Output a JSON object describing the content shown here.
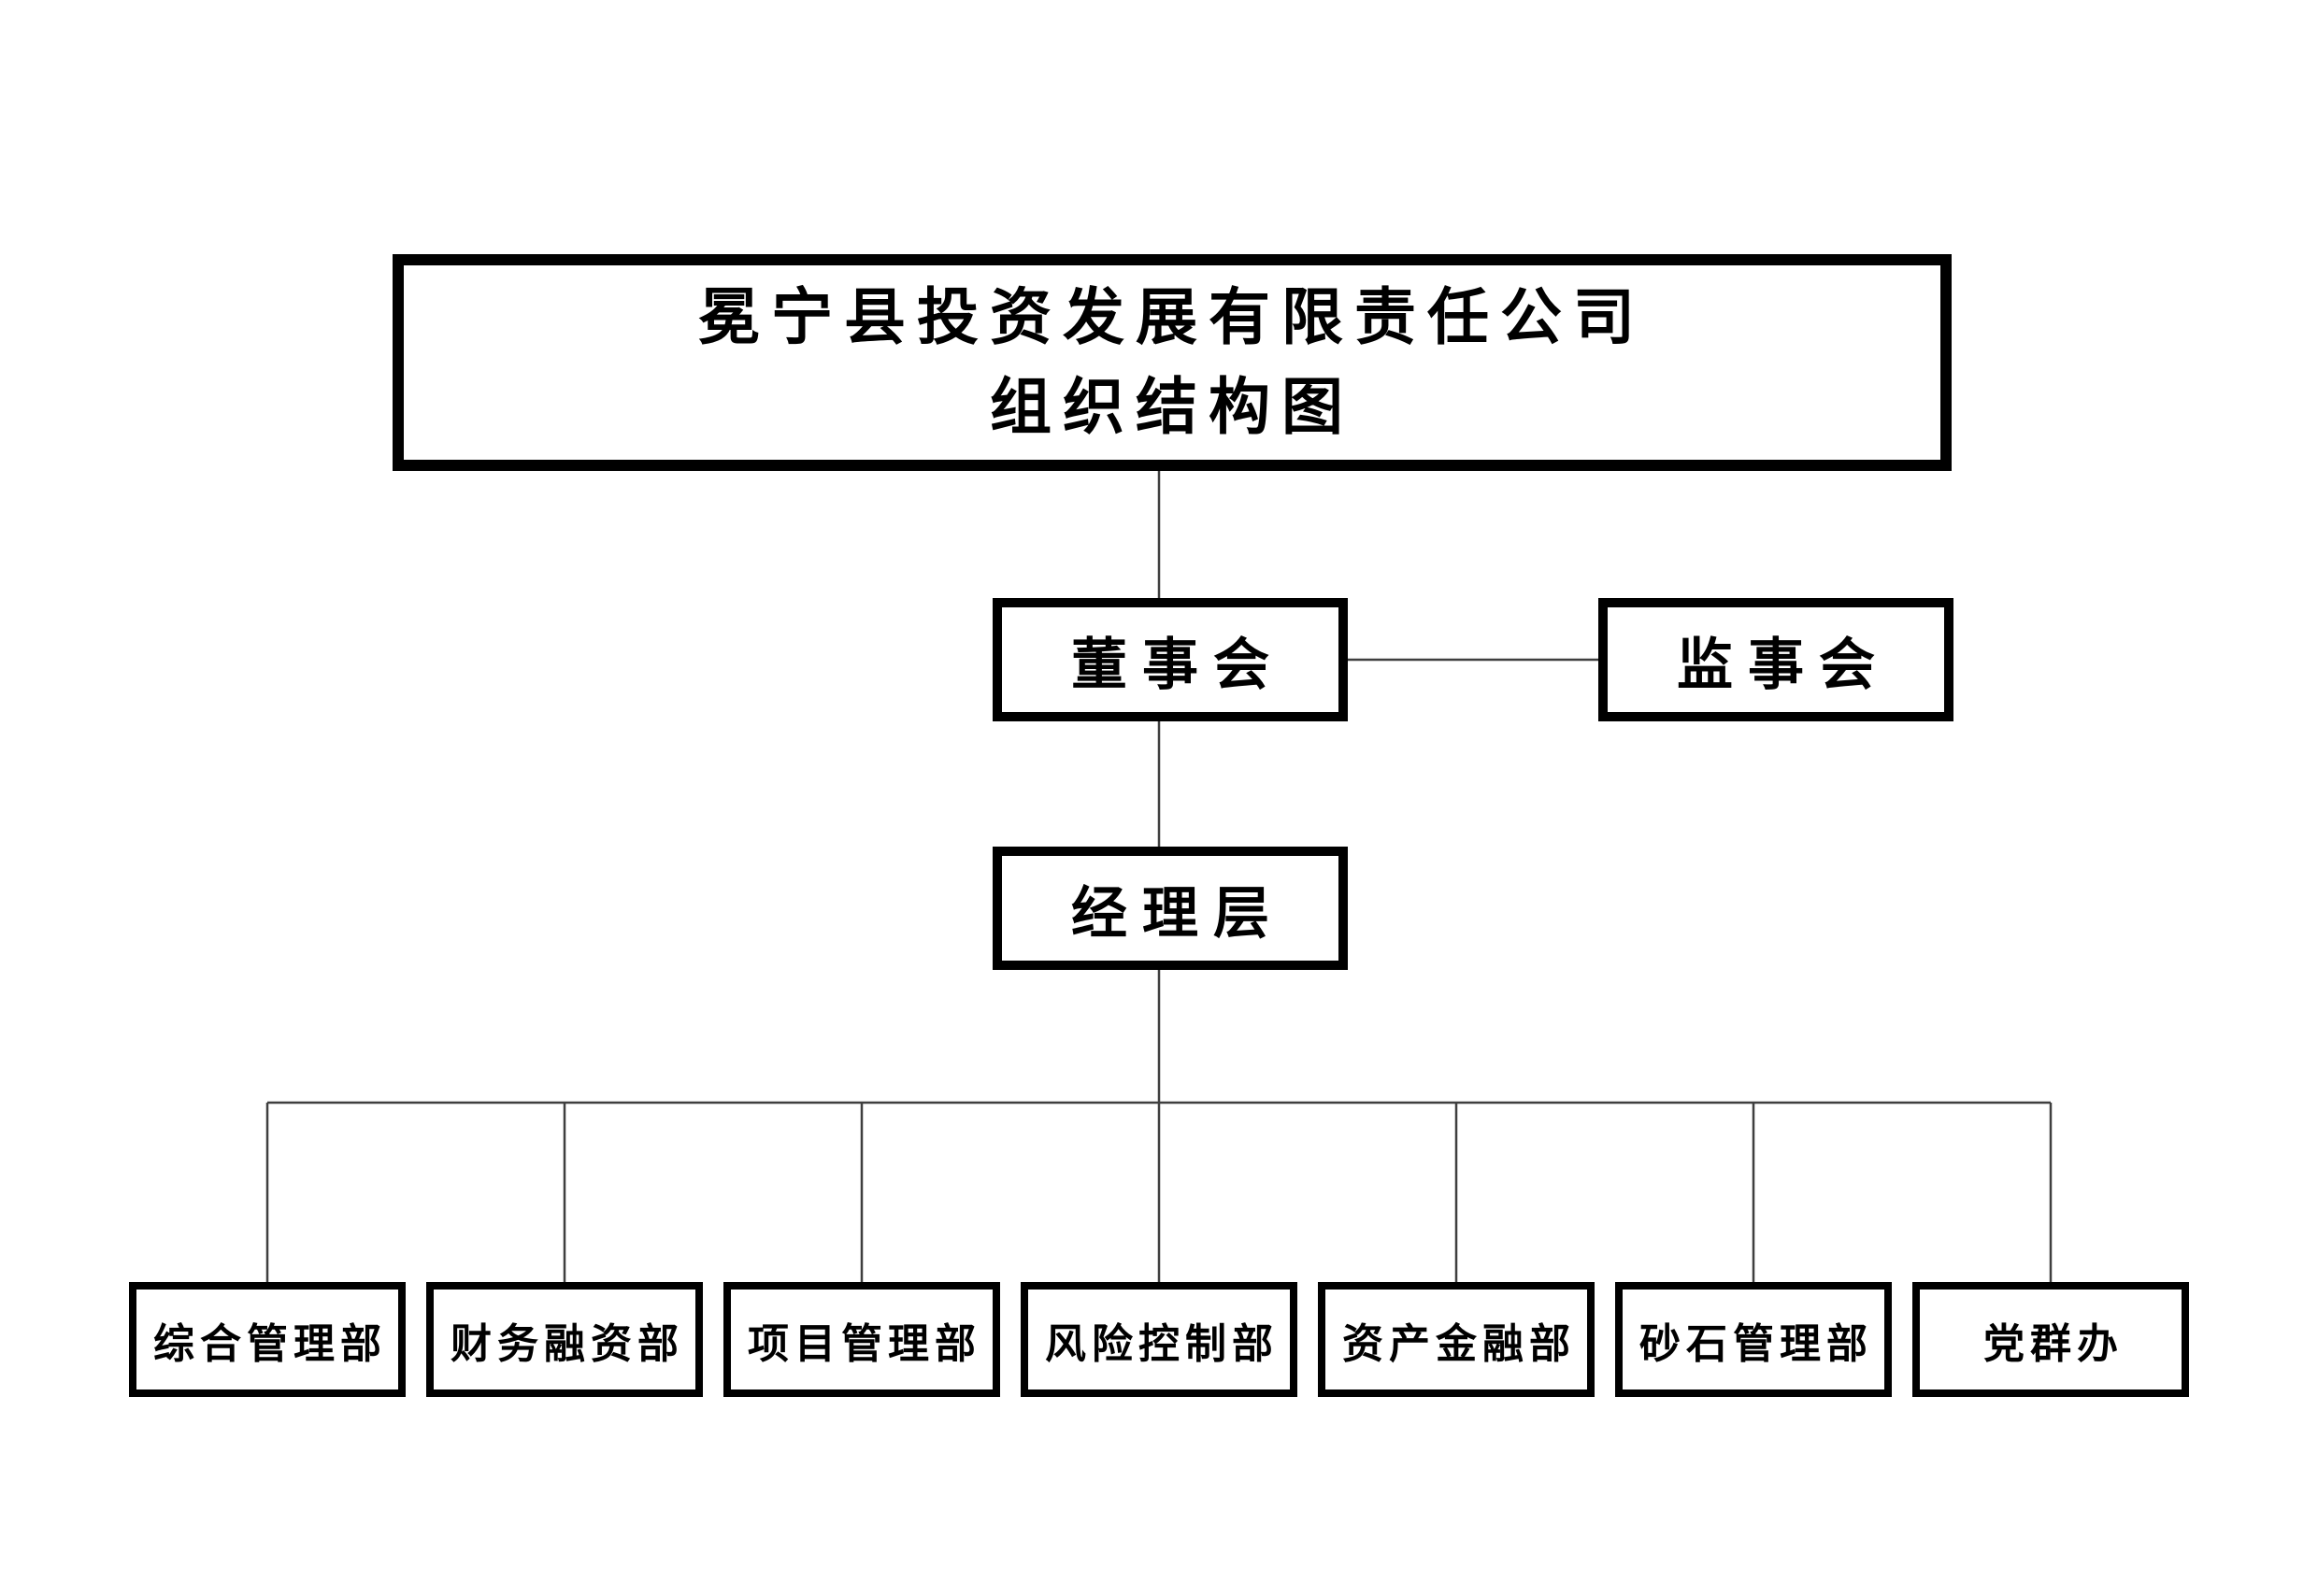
{
  "org_chart": {
    "title_line1": "冕宁县投资发展有限责任公司",
    "title_line2": "组织结构图",
    "board_label": "董事会",
    "supervisory_label": "监事会",
    "management_label": "经理层",
    "departments": [
      "综合管理部",
      "财务融资部",
      "项目管理部",
      "风险控制部",
      "资产金融部",
      "砂石管理部",
      "党群办"
    ],
    "colors": {
      "box_border": "#000000",
      "connector_line": "#3f3f3f",
      "background": "#ffffff",
      "text": "#000000"
    }
  }
}
